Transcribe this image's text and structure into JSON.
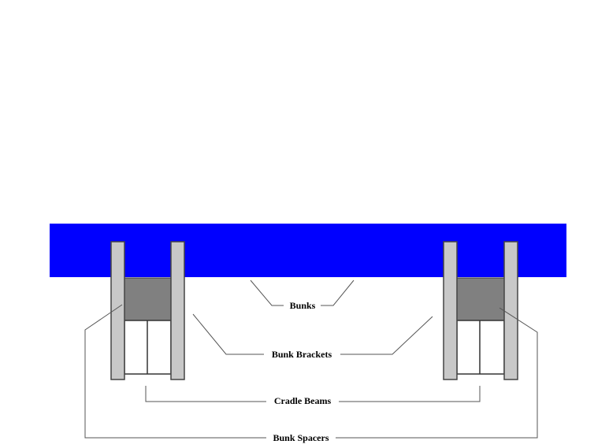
{
  "diagram": {
    "colors": {
      "bunk": "#0000ff",
      "bracket": "#c8c8c8",
      "spacer": "#808080",
      "beam": "#ffffff",
      "leader": "#555555"
    },
    "labels": {
      "bunks": "Bunks",
      "bunk_brackets": "Bunk Brackets",
      "cradle_beams": "Cradle Beams",
      "bunk_spacers": "Bunk Spacers"
    }
  }
}
